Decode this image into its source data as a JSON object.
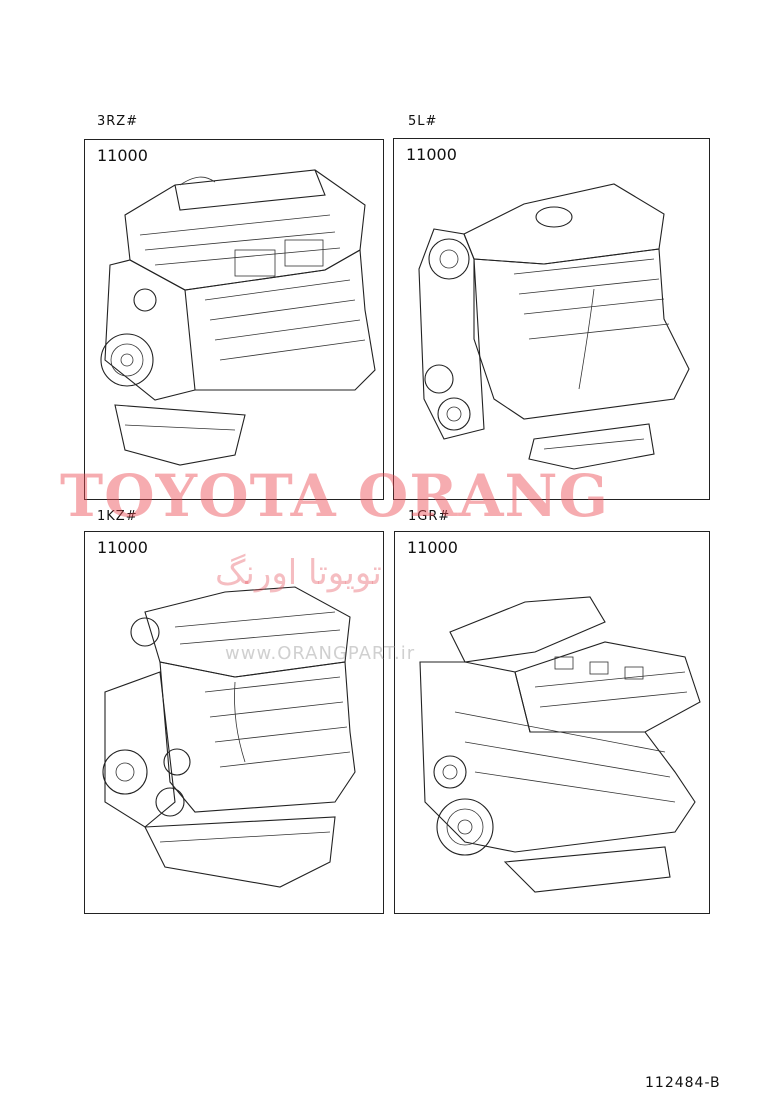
{
  "panels": [
    {
      "model": "3RZ#",
      "part_number": "11000"
    },
    {
      "model": "5L#",
      "part_number": "11000"
    },
    {
      "model": "1KZ#",
      "part_number": "11000"
    },
    {
      "model": "1GR#",
      "part_number": "11000"
    }
  ],
  "watermark": {
    "latin": "TOYOTA ORANG",
    "farsi": "تویوتا اورنگ",
    "url": "www.ORANGPART.ir"
  },
  "illustration_number": "112484-B"
}
